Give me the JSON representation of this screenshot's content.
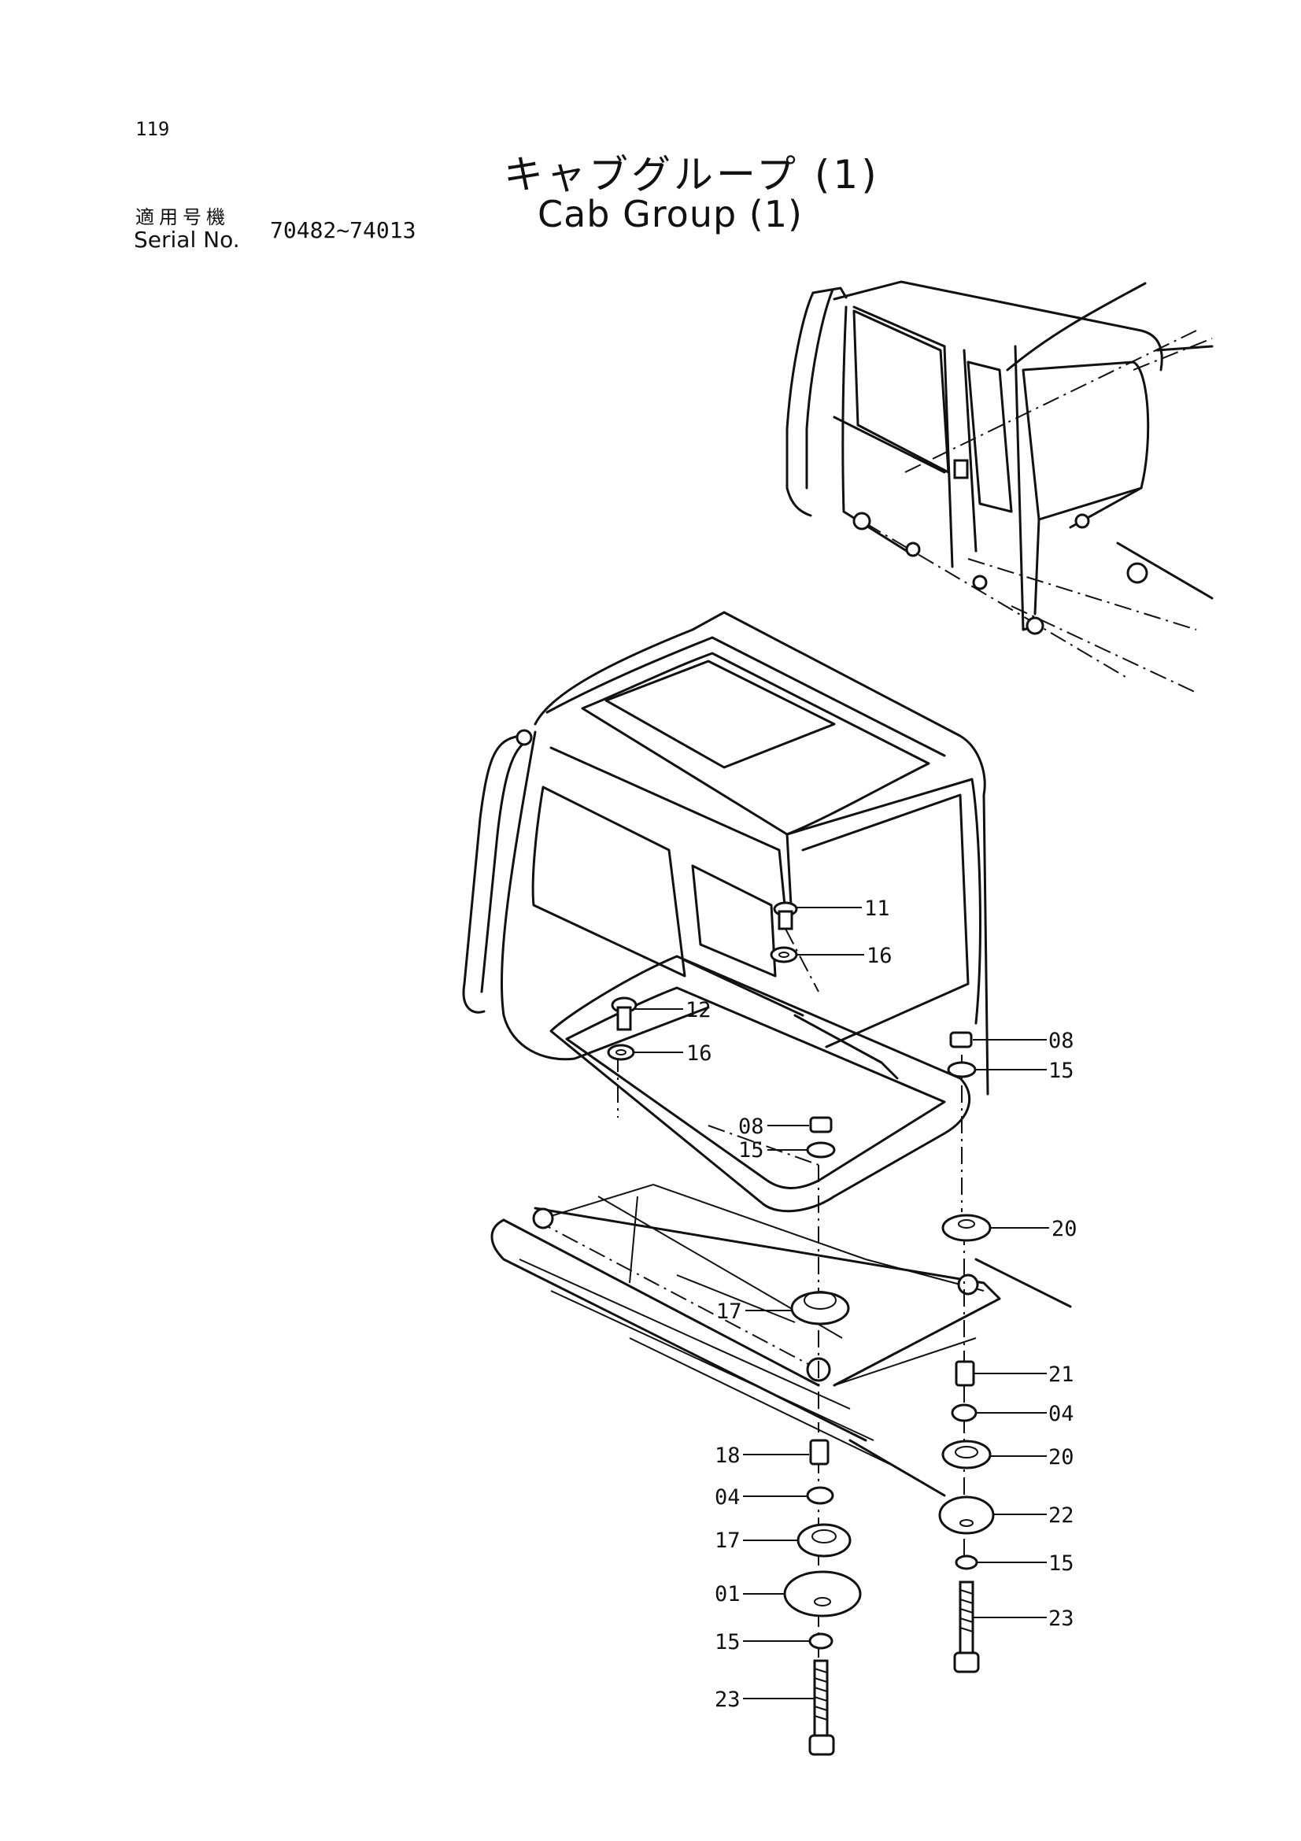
{
  "page_number": "119",
  "title_ja": "キャブグループ (1)",
  "title_en": "Cab Group (1)",
  "serial_label_ja": "適用号機",
  "serial_label_en": "Serial No.",
  "serial_range": "70482~74013",
  "callouts": [
    {
      "id": "c11",
      "label": "11"
    },
    {
      "id": "c16a",
      "label": "16"
    },
    {
      "id": "c12",
      "label": "12"
    },
    {
      "id": "c16b",
      "label": "16"
    },
    {
      "id": "c08a",
      "label": "08"
    },
    {
      "id": "c15a",
      "label": "15"
    },
    {
      "id": "c08b",
      "label": "08"
    },
    {
      "id": "c15b",
      "label": "15"
    },
    {
      "id": "c20a",
      "label": "20"
    },
    {
      "id": "c17a",
      "label": "17"
    },
    {
      "id": "c21",
      "label": "21"
    },
    {
      "id": "c04a",
      "label": "04"
    },
    {
      "id": "c18",
      "label": "18"
    },
    {
      "id": "c20b",
      "label": "20"
    },
    {
      "id": "c04b",
      "label": "04"
    },
    {
      "id": "c22",
      "label": "22"
    },
    {
      "id": "c17b",
      "label": "17"
    },
    {
      "id": "c15c",
      "label": "15"
    },
    {
      "id": "c01",
      "label": "01"
    },
    {
      "id": "c23a",
      "label": "23"
    },
    {
      "id": "c15d",
      "label": "15"
    },
    {
      "id": "c23b",
      "label": "23"
    }
  ]
}
